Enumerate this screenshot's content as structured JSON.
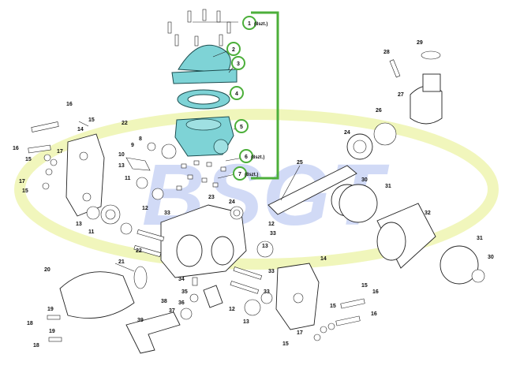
{
  "watermark": {
    "text": "BSGT",
    "colors": {
      "blue": "#c9d4f5",
      "yellow": "#eef5b0"
    }
  },
  "accent": {
    "highlight_color": "#7ed3d6",
    "callout_color": "#4caf3a"
  },
  "callouts": [
    {
      "id": "c1",
      "label": "1",
      "suffix": "(8szt.)"
    },
    {
      "id": "c2",
      "label": "2",
      "suffix": ""
    },
    {
      "id": "c3",
      "label": "3",
      "suffix": ""
    },
    {
      "id": "c4",
      "label": "4",
      "suffix": ""
    },
    {
      "id": "c5",
      "label": "5",
      "suffix": ""
    },
    {
      "id": "c6",
      "label": "6",
      "suffix": "(8szt.)"
    },
    {
      "id": "c7",
      "label": "7",
      "suffix": "(8szt.)"
    }
  ],
  "part_labels": [
    "8",
    "9",
    "10",
    "11",
    "12",
    "12",
    "12",
    "11",
    "13",
    "13",
    "13",
    "13",
    "14",
    "14",
    "15",
    "15",
    "15",
    "15",
    "15",
    "15",
    "16",
    "16",
    "16",
    "16",
    "17",
    "17",
    "17",
    "18",
    "18",
    "19",
    "19",
    "20",
    "21",
    "22",
    "22",
    "23",
    "24",
    "24",
    "25",
    "26",
    "27",
    "28",
    "29",
    "30",
    "30",
    "31",
    "31",
    "32",
    "33",
    "33",
    "33",
    "33",
    "34",
    "35",
    "36",
    "37",
    "38",
    "39"
  ]
}
